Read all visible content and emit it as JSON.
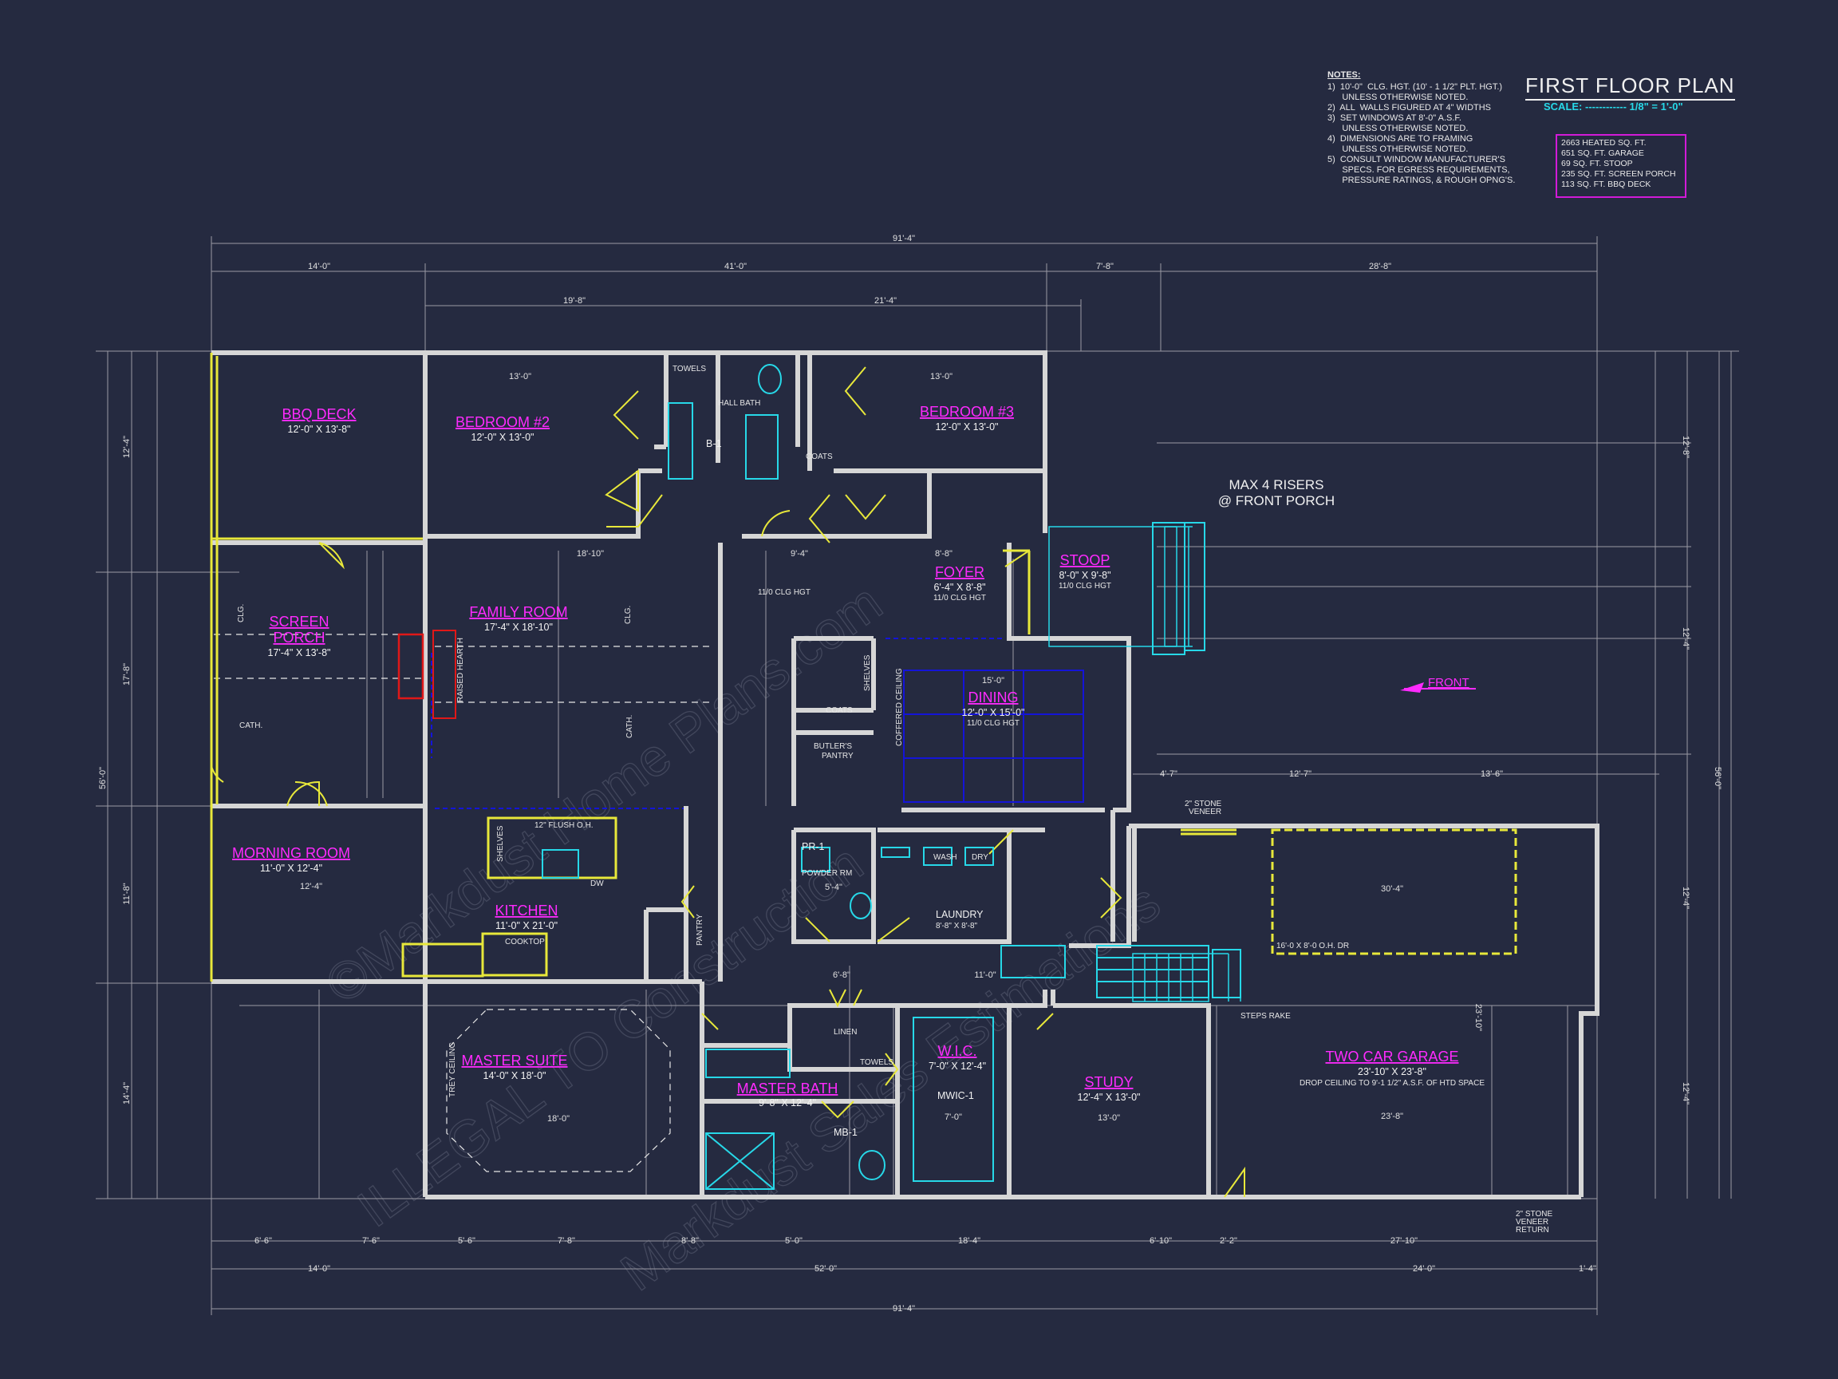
{
  "plan": {
    "title": "FIRST FLOOR PLAN",
    "scale": "SCALE: ------------ 1/8\" = 1'-0\""
  },
  "notes": {
    "heading": "NOTES:",
    "lines": [
      "1)  10'-0\"  CLG. HGT. (10' - 1 1/2\" PLT. HGT.)",
      "      UNLESS OTHERWISE NOTED.",
      "2)  ALL  WALLS FIGURED AT 4\" WIDTHS",
      "3)  SET WINDOWS AT 8'-0\" A.S.F.",
      "      UNLESS OTHERWISE NOTED.",
      "4)  DIMENSIONS ARE TO FRAMING",
      "      UNLESS OTHERWISE NOTED.",
      "5)  CONSULT WINDOW MANUFACTURER'S",
      "      SPECS. FOR EGRESS REQUIREMENTS,",
      "      PRESSURE RATINGS, & ROUGH OPNG'S."
    ]
  },
  "areas": [
    "2663 HEATED SQ. FT.",
    "651 SQ. FT. GARAGE",
    "69 SQ. FT. STOOP",
    "235 SQ. FT. SCREEN PORCH",
    "113 SQ. FT. BBQ DECK"
  ],
  "rooms": {
    "bbq": {
      "name": "BBQ DECK",
      "size": "12'-0\" X 13'-8\""
    },
    "bed2": {
      "name": "BEDROOM #2",
      "size": "12'-0\" X 13'-0\""
    },
    "bed3": {
      "name": "BEDROOM #3",
      "size": "12'-0\" X 13'-0\""
    },
    "screen": {
      "name1": "SCREEN",
      "name2": "PORCH",
      "size": "17'-4\" X 13'-8\""
    },
    "family": {
      "name": "FAMILY ROOM",
      "size": "17'-4\" X 18'-10\""
    },
    "foyer": {
      "name": "FOYER",
      "size": "6'-4\" X 8'-8\"",
      "note": "11/0 CLG HGT"
    },
    "stoop": {
      "name": "STOOP",
      "size": "8'-0\" X 9'-8\"",
      "note": "11/0 CLG HGT"
    },
    "dining": {
      "name": "DINING",
      "size": "12'-0\" X 15'-0\"",
      "note": "11/0 CLG HGT"
    },
    "morning": {
      "name": "MORNING ROOM",
      "size": "11'-0\" X 12'-4\""
    },
    "kitchen": {
      "name": "KITCHEN",
      "size": "11'-0\" X 21'-0\""
    },
    "master": {
      "name": "MASTER SUITE",
      "size": "14'-0\" X 18'-0\""
    },
    "mbath": {
      "name": "MASTER BATH",
      "size": "9'-8\" X 12'-4\""
    },
    "wic": {
      "name": "W.I.C.",
      "size": "7'-0\" X 12'-4\""
    },
    "study": {
      "name": "STUDY",
      "size": "12'-4\" X 13'-0\""
    },
    "garage": {
      "name": "TWO CAR GARAGE",
      "size": "23'-10\" X 23'-8\"",
      "note": "DROP CEILING TO 9'-1 1/2\" A.S.F. OF HTD SPACE"
    }
  },
  "labels": {
    "risers1": "MAX 4 RISERS",
    "risers2": "@ FRONT PORCH",
    "front": "FRONT",
    "hall_bath": "HALL BATH",
    "b1": "B-1",
    "pr1": "PR-1",
    "powder": "POWDER RM",
    "laundry": "LAUNDRY",
    "laundry_size": "8'-8\" X 8'-8\"",
    "butlers": "BUTLER'S",
    "pantry": "PANTRY",
    "coats": "COATS",
    "linen": "LINEN",
    "towels": "TOWELS",
    "mb1": "MB-1",
    "mwic1": "MWIC-1",
    "shelves": "SHELVES",
    "wash": "WASH",
    "dry": "DRY",
    "cooktop": "COOKTOP",
    "dw": "DW",
    "flush": "12\" FLUSH O.H.",
    "ohdr": "16'-0 X 8'-0 O.H. DR",
    "steps_rake": "STEPS RAKE",
    "stone1": "2\" STONE",
    "stone2": "VENEER",
    "stone3": "RETURN",
    "clg": "CLG.",
    "cath": "CATH.",
    "clg_hgt": "11/0 CLG HGT",
    "raised_hearth": "RAISED HEARTH",
    "coffered": "COFFERED CEILING",
    "tray": "TREY CEILING",
    "pantry2": "PANTRY"
  },
  "dims": {
    "top_overall": "91'-4\"",
    "top_a": "14'-0\"",
    "top_b": "41'-0\"",
    "top_c": "7'-8\"",
    "top_d": "28'-8\"",
    "top_e": "19'-8\"",
    "top_f": "21'-4\"",
    "bot_a": "6'-6\"",
    "bot_b": "7'-6\"",
    "bot_c": "5'-6\"",
    "bot_d": "7'-8\"",
    "bot_e": "8'-8\"",
    "bot_f": "5'-0\"",
    "bot_g": "18'-4\"",
    "bot_h": "6'-10\"",
    "bot_i": "2'-2\"",
    "bot_j": "27'-10\"",
    "bot2_a": "14'-0\"",
    "bot2_b": "52'-0\"",
    "bot2_c": "24'-0\"",
    "bot2_d": "1'-4\"",
    "bot_overall": "91'-4\"",
    "left_overall": "56'-0\"",
    "left_a": "12'-4\"",
    "left_b": "17'-8\"",
    "left_c": "11'-8\"",
    "left_d": "14'-4\"",
    "right_overall": "56'-0\"",
    "right_a": "12'-8\"",
    "right_b": "12'-4\"",
    "right_c": "12'-4\"",
    "right_d": "12'-4\"",
    "garage_w": "30'-4\"",
    "garage_w2": "23'-8\"",
    "garage_h": "23'-10\"",
    "d_13_0a": "13'-0\"",
    "d_13_0b": "13'-0\"",
    "d_18_10": "18'-10\"",
    "d_9_4": "9'-4\"",
    "d_8_8": "8'-8\"",
    "d_15_0": "15'-0\"",
    "d_12_4": "12'-4\"",
    "d_18_0": "18'-0\"",
    "d_13_0c": "13'-0\"",
    "d_11_0": "11'-0\"",
    "d_6_8": "6'-8\"",
    "d_12_7": "12'-7\"",
    "d_13_6": "13'-6\"",
    "d_4_7": "4'-7\"",
    "d_7_0": "7'-0\"",
    "d_5_4": "5'-4\""
  },
  "watermark": {
    "line1": "©Markdust Home Plans.com",
    "line2": "ILLEGAL TO Construction",
    "line3": "Markdust Sales Estimations"
  },
  "colors": {
    "background": "#252a40",
    "walls": "#d6d6d6",
    "room_labels": "#ff2aff",
    "doors": "#e8e83a",
    "fixtures": "#27d8e8",
    "hidden_lines": "#1414d8",
    "fireplace": "#e01818"
  }
}
